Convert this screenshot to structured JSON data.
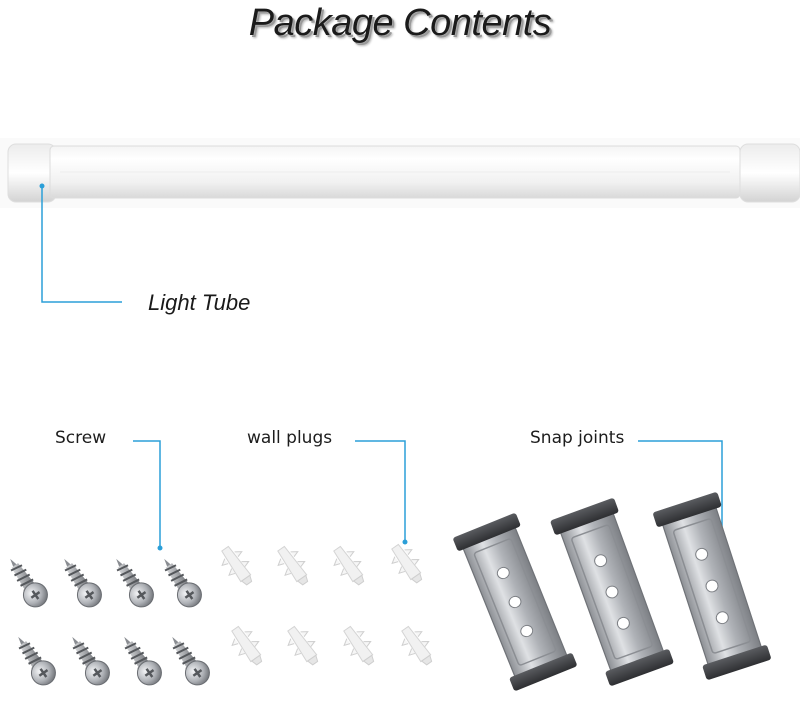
{
  "title": "Package Contents",
  "labels": {
    "light_tube": "Light Tube",
    "screw": "Screw",
    "wall_plugs": "wall plugs",
    "snap_joints": "Snap joints"
  },
  "colors": {
    "callout_line": "#2b9fd8",
    "metal": "#b9bcc0",
    "plastic": "#f2f2f2"
  }
}
